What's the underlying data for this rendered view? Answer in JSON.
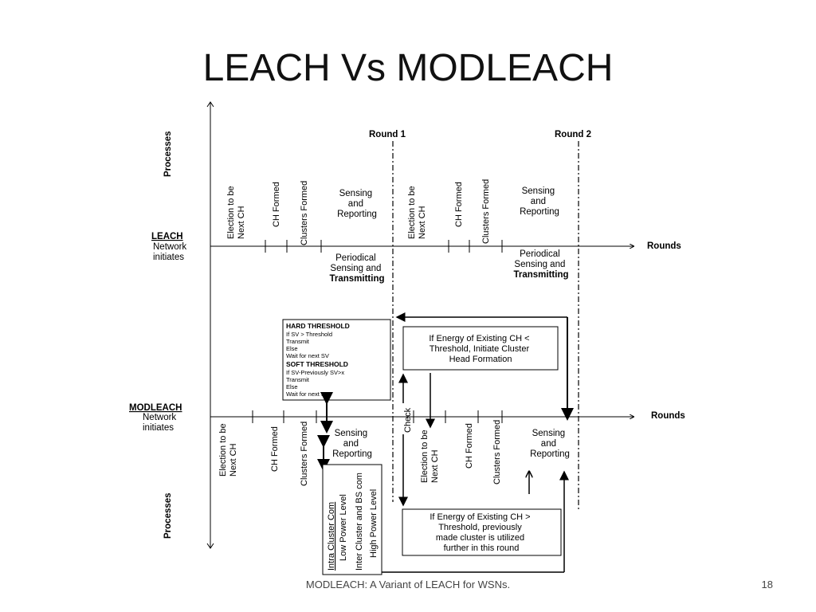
{
  "slide": {
    "title": "LEACH Vs MODLEACH",
    "footer": "MODLEACH: A Variant of LEACH for WSNs.",
    "page_number": "18"
  },
  "diagram": {
    "axis_processes_label": "Processes",
    "rounds_label": "Rounds",
    "round1": "Round 1",
    "round2": "Round 2",
    "leach": {
      "name": "LEACH",
      "line1": "Network",
      "line2": "initiates",
      "phases": {
        "election": [
          "Election to be",
          "Next CH"
        ],
        "ch_formed": "CH Formed",
        "clusters_formed": "Clusters Formed",
        "sensing": [
          "Sensing",
          "and",
          "Reporting"
        ],
        "periodical": [
          "Periodical",
          "Sensing and",
          "Transmitting"
        ]
      }
    },
    "modleach": {
      "name": "MODLEACH",
      "line1": "Network",
      "line2": "initiates",
      "phases": {
        "election": [
          "Election to be",
          "Next CH"
        ],
        "ch_formed": "CH Formed",
        "clusters_formed": "Clusters Formed",
        "sensing": [
          "Sensing",
          "and",
          "Reporting"
        ],
        "check": "Check"
      }
    },
    "threshold_box": {
      "hard_title": "HARD THRESHOLD",
      "hard_lines": [
        "If SV > Threshold",
        "Transmit",
        "Else",
        "Wait for next SV"
      ],
      "soft_title": "SOFT THRESHOLD",
      "soft_lines": [
        "If SV-Previously SV>x",
        "Transmit",
        "Else",
        "Wait for next SV"
      ]
    },
    "energy_box_low": [
      "If Energy of Existing CH <",
      "Threshold, Initiate Cluster",
      "Head Formation"
    ],
    "energy_box_high": [
      "If Energy of Existing CH >",
      "Threshold, previously",
      "made cluster is utilized",
      "further in this round"
    ],
    "power_box": [
      "Intra Cluster Com",
      "Low Power Level",
      "Inter Cluster and BS com",
      "High Power Level"
    ]
  }
}
